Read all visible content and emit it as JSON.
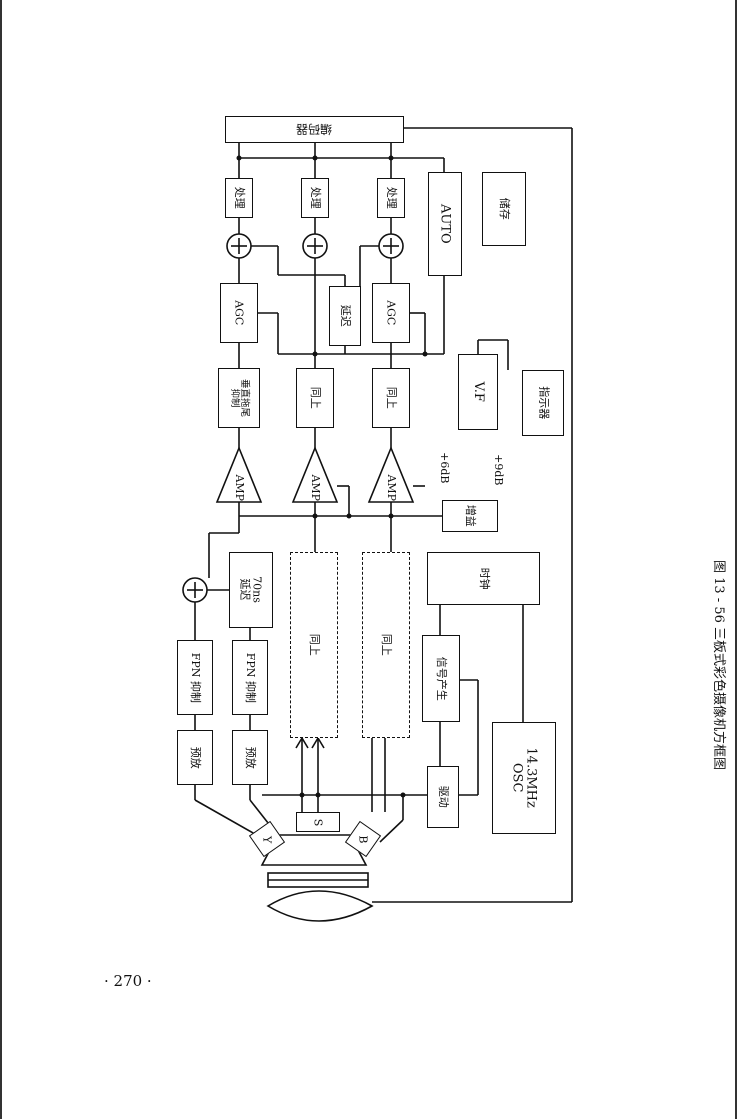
{
  "diagram": {
    "caption": "图 13 - 56 三板式彩色摄像机方框图",
    "top_block": "编码器",
    "process": [
      "处理",
      "处理",
      "处理"
    ],
    "auto": "AUTO",
    "storage": "储存",
    "agc": [
      "AGC",
      "AGC"
    ],
    "delay_small": "延迟",
    "vertical_ctrl": "垂直拖尾抑制",
    "same1": "同上",
    "same2": "同上",
    "vf": "V.F",
    "indicator": "指示器",
    "amp": [
      "AMP",
      "AMP",
      "AMP"
    ],
    "gain_6db": "+6dB",
    "gain_9db": "+9dB",
    "gain": "增益",
    "delay_70ns": "70ns 延迟",
    "fpn1": "FPN 抑制",
    "fpn2": "FPN 抑制",
    "same_long1": "同上",
    "same_long2": "同上",
    "clock": "时钟",
    "sync_gen": "信号产生",
    "preamp1": "预放",
    "preamp2": "预放",
    "drive": "驱动",
    "osc": "14.3MHz OSC",
    "ccd_y": "Y",
    "ccd_s": "S",
    "ccd_b": "B"
  },
  "page_number": "· 270 ·"
}
